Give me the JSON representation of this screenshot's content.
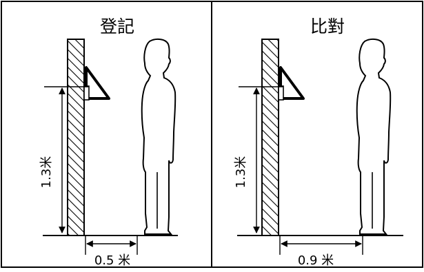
{
  "panels": [
    {
      "title": "登記",
      "height_label": "1.3米",
      "distance_label": "0.5 米"
    },
    {
      "title": "比對",
      "height_label": "1.3米",
      "distance_label": "0.9 米"
    }
  ],
  "colors": {
    "line": "#000000",
    "background": "#ffffff",
    "hatch": "#000000"
  }
}
